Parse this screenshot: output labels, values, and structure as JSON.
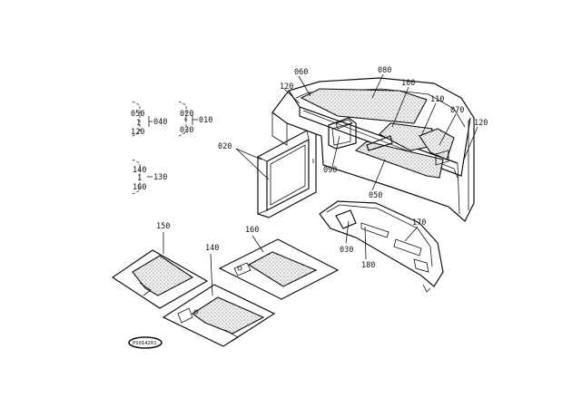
{
  "callouts": {
    "c010": "010",
    "c020_top": "020",
    "c020_left": "020",
    "c030_left": "030",
    "c030_mid": "030",
    "c040": "040",
    "c050_top": "050",
    "c050_bot": "050",
    "c060": "060",
    "c070": "070",
    "c080": "080",
    "c090": "090",
    "c100": "100",
    "c110": "110",
    "c120_left": "120",
    "c120_right": "120",
    "c120_grp": "120",
    "c130": "130",
    "c140_grp": "140",
    "c140_mat": "140",
    "c150": "150",
    "c160_grp": "160",
    "c160_mat": "160",
    "c170": "170",
    "c180": "180",
    "one_a": "1",
    "one_b": "1",
    "star": "*"
  },
  "stamp": "PS014261"
}
